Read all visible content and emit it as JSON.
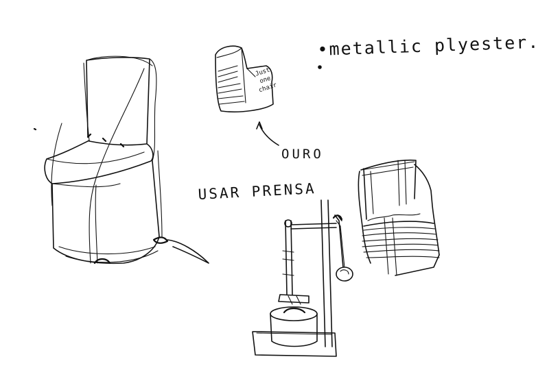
{
  "notes": {
    "metallic": "•metallic plyester.",
    "ouro": "OURO",
    "prensa": "USAR PRENSA",
    "inset_label": "Just one chair"
  },
  "colors": {
    "ink": "#111111",
    "paper": "#ffffff"
  }
}
